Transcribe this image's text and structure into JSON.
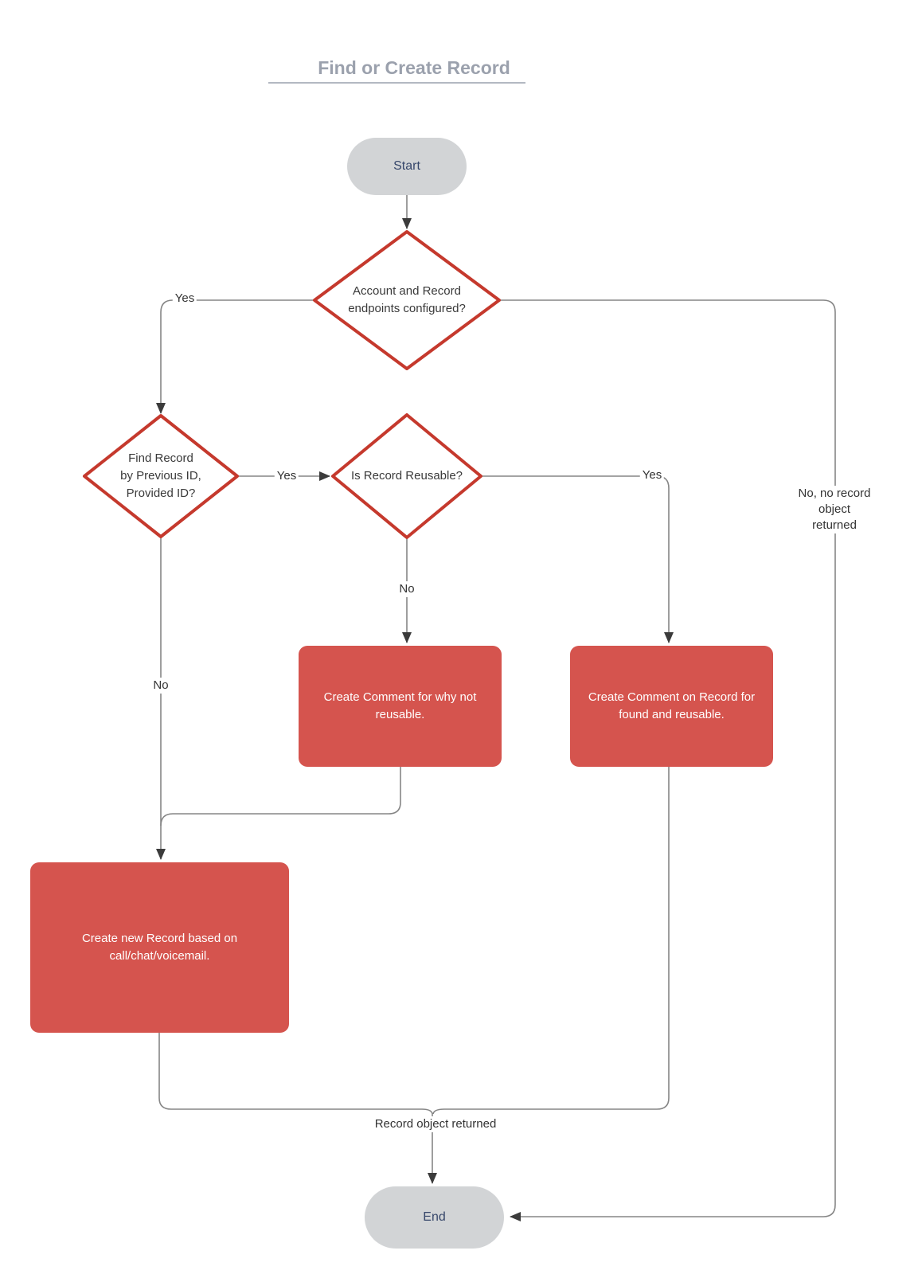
{
  "title": "Find or Create Record",
  "nodes": {
    "start": {
      "label": "Start"
    },
    "decision_endpoints": {
      "label": "Account and Record\nendpoints configured?"
    },
    "decision_find_record": {
      "label": "Find Record\nby Previous ID,\nProvided ID?"
    },
    "decision_reusable": {
      "label": "Is Record Reusable?"
    },
    "comment_not_reusable": {
      "label": "Create Comment for why not\nreusable."
    },
    "comment_found_reusable": {
      "label": "Create Comment on Record for\nfound and reusable."
    },
    "create_new_record": {
      "label": "Create new Record based on\ncall/chat/voicemail."
    },
    "end": {
      "label": "End"
    }
  },
  "edge_labels": {
    "endpoints_yes": "Yes",
    "endpoints_no": "No, no record\nobject returned",
    "find_yes": "Yes",
    "find_no": "No",
    "reusable_no": "No",
    "reusable_yes": "Yes",
    "record_returned": "Record object returned"
  },
  "colors": {
    "process_fill": "#d5544e",
    "decision_stroke": "#c5392d",
    "terminal_fill": "#d2d4d6",
    "connector": "#868686",
    "arrowhead": "#3b3b3b",
    "title_text": "#9ba1ad",
    "label_text": "#333333",
    "terminal_text": "#37476b"
  }
}
